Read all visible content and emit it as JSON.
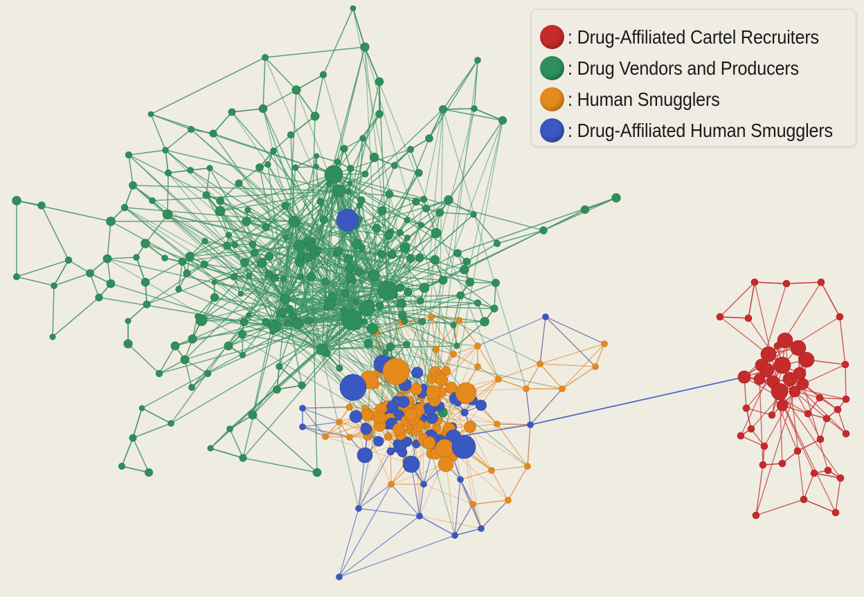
{
  "legend": {
    "items": [
      {
        "key": "red",
        "label": ": Drug-Affiliated Cartel Recruiters",
        "color": "#c62a2a"
      },
      {
        "key": "green",
        "label": ": Drug Vendors and Producers",
        "color": "#2f8f5c"
      },
      {
        "key": "orange",
        "label": ": Human Smugglers",
        "color": "#e58a1c"
      },
      {
        "key": "blue",
        "label": ": Drug-Affiliated Human Smugglers",
        "color": "#3a58c2"
      }
    ]
  },
  "edge_colors": {
    "red": "#c63c3c",
    "green": "#3e9366",
    "orange": "#e39237",
    "blue": "#4a62c4"
  }
}
